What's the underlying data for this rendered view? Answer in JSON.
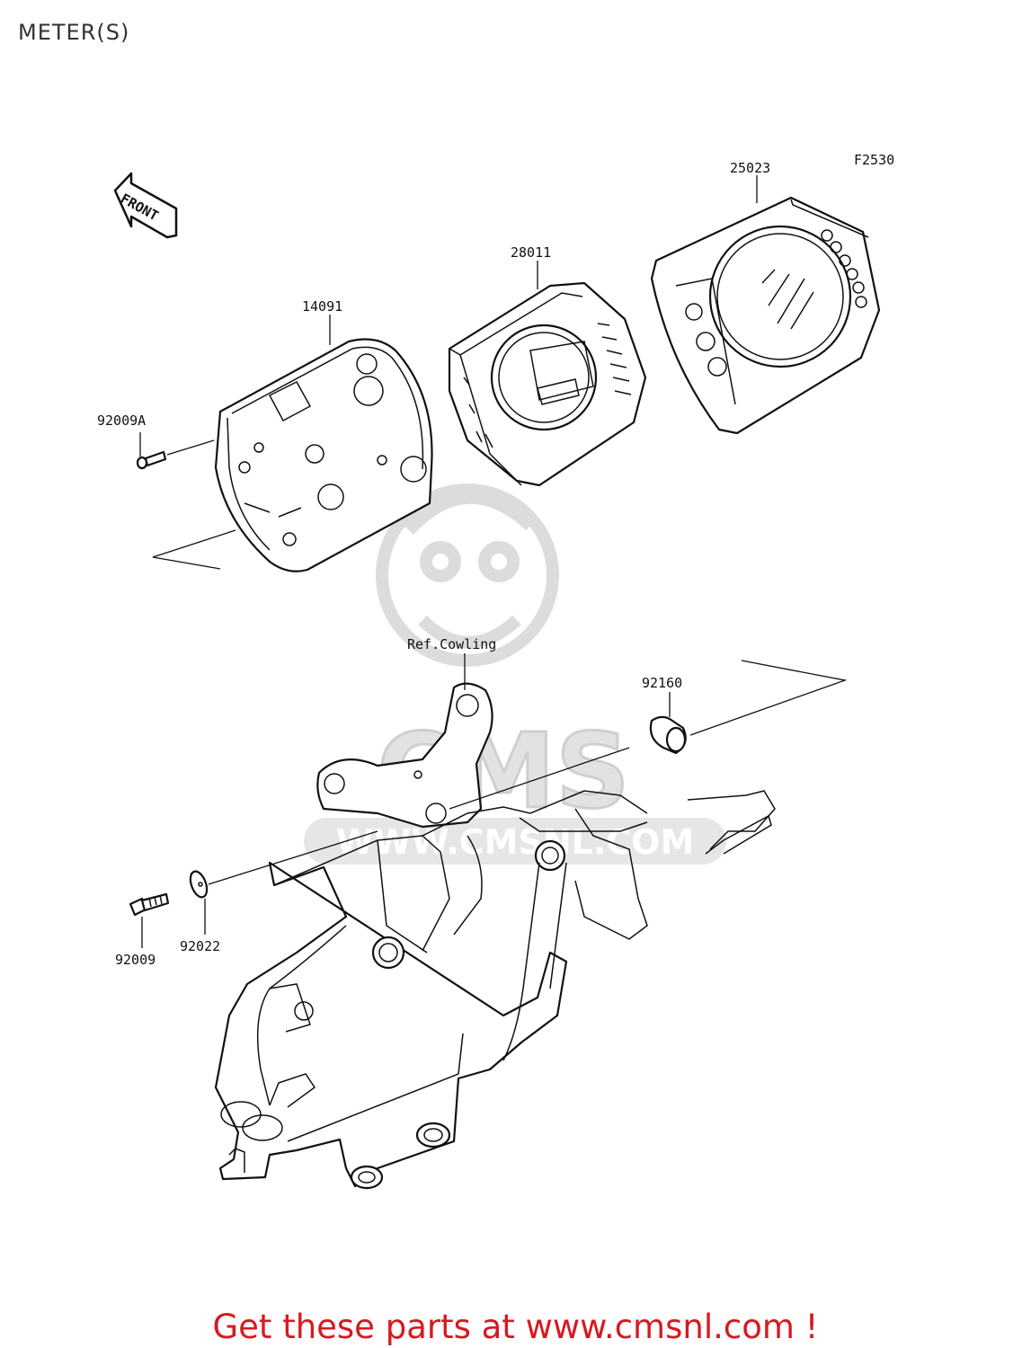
{
  "page_title": "METER(S)",
  "figure_code": "F2530",
  "front_arrow_text": "FRONT",
  "watermark": {
    "brand": "CMS",
    "url": "WWW.CMSNL.COM"
  },
  "callouts": {
    "p25023": "25023",
    "p28011": "28011",
    "p14091": "14091",
    "p92009A": "92009A",
    "ref_cowling": "Ref.Cowling",
    "p92160": "92160",
    "p92009": "92009",
    "p92022": "92022"
  },
  "promo_text": "Get these parts at www.cmsnl.com !",
  "colors": {
    "promo": "#d71920",
    "line": "#111111",
    "watermark": "#dcdcdc"
  }
}
